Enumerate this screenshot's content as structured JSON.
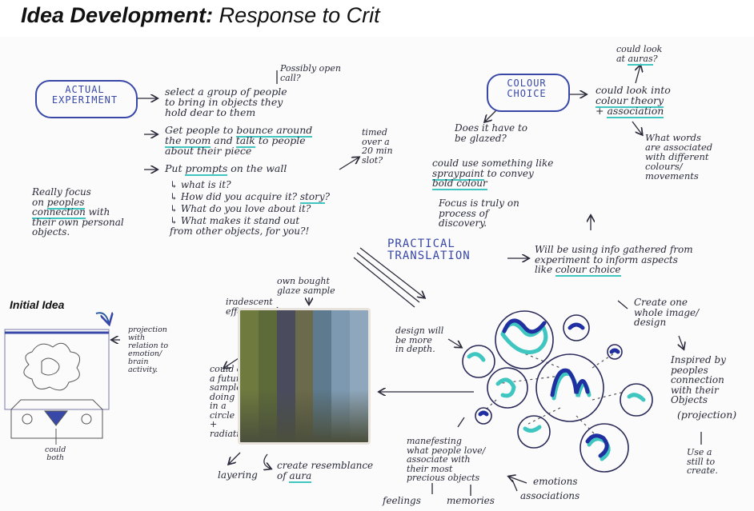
{
  "title": {
    "bold": "Idea Development:",
    "rest": " Response to Crit"
  },
  "initial_idea_label": "Initial Idea",
  "notes": {
    "actual_experiment": "ACTUAL\nEXPERIMENT",
    "possibly_open_call": "Possibly open\ncall?",
    "select_group": "select a group of people\nto bring in objects they\nhold dear to them",
    "bounce_around_a": "Get people to ",
    "bounce_around_hl": "bounce around",
    "bounce_around_b": "the room",
    "bounce_around_c": " and ",
    "bounce_around_talk": "talk",
    "bounce_around_d": " to people\nabout their piece",
    "put_prompts_a": "Put ",
    "put_prompts_hl": "prompts",
    "put_prompts_b": " on the wall",
    "timed": "timed\nover a\n20 min\nslot?",
    "what_is_it": "↳ what is it?",
    "acquire_it": "↳ How did you acquire it? ",
    "story": "story",
    "story_q": "?",
    "love_about_it": "↳ What do you love about it?",
    "stand_out": "↳ What makes it stand out\n   from other objects, for you?!",
    "really_focus_a": "Really focus\non ",
    "really_focus_hl": "peoples\nconnection",
    "really_focus_b": " with\ntheir own personal\nobjects.",
    "colour_choice": "COLOUR\nCHOICE",
    "could_look_auras_a": "could look\nat ",
    "could_look_auras_hl": "auras",
    "could_look_auras_b": "?",
    "colour_theory_a": "could look into\n",
    "colour_theory_hl": "colour theory",
    "colour_theory_b": "\n+ ",
    "association": "association",
    "does_it_have_glazed": "Does it have to\nbe glazed?",
    "spraypaint_a": "could use something like\n",
    "spraypaint_hl": "spraypaint",
    "spraypaint_b": " to convey\n",
    "bold_colour": "bold colour",
    "what_words": "What words\nare associated\nwith different\ncolours/\nmovements",
    "focus_truly": "Focus is truly on\nprocess of\ndiscovery.",
    "practical_translation": "PRACTICAL\nTRANSLATION",
    "info_gathered_a": "Will be using info gathered from\nexperiment to inform aspects\nlike ",
    "info_gathered_hl": "colour choice",
    "own_bought_glaze": "own bought\nglaze sample",
    "iridescent": "iradescent\neffect?",
    "create_one_whole": "Create one\nwhole image/\ndesign",
    "design_more_depth": "design will\nbe more\nin depth.",
    "projection_relation": "projection\nwith\nrelation to\nemotion/\nbrain\nactivity.",
    "could_do_future": "could do\na future\nsample\ndoing it\nin a\ncircle\n+\nradiating",
    "inspired_by": "Inspired by\npeoples\nconnection\nwith their\nObjects",
    "projection": "(projection)",
    "use_a_still": "Use a\nstill to\ncreate.",
    "could_both": "could\nboth",
    "layering": "layering",
    "resemblance_a": "create resemblance\nof ",
    "resemblance_hl": "aura",
    "manifesting": "manefesting\nwhat people love/\nassociate with\ntheir most\nprecious objects",
    "emotions": "emotions",
    "associations": "associations",
    "feelings": "feelings",
    "memories": "memories"
  },
  "colors": {
    "ink": "#2a2a3a",
    "marker_blue": "#3848a8",
    "teal": "#3fc6c0",
    "navy": "#2030a0"
  },
  "glaze_stripes": [
    "#6f7a3e",
    "#5d6a3a",
    "#4a4c5e",
    "#6c6a4c",
    "#5d7a8e",
    "#7d99b2",
    "#8fa7bc"
  ]
}
